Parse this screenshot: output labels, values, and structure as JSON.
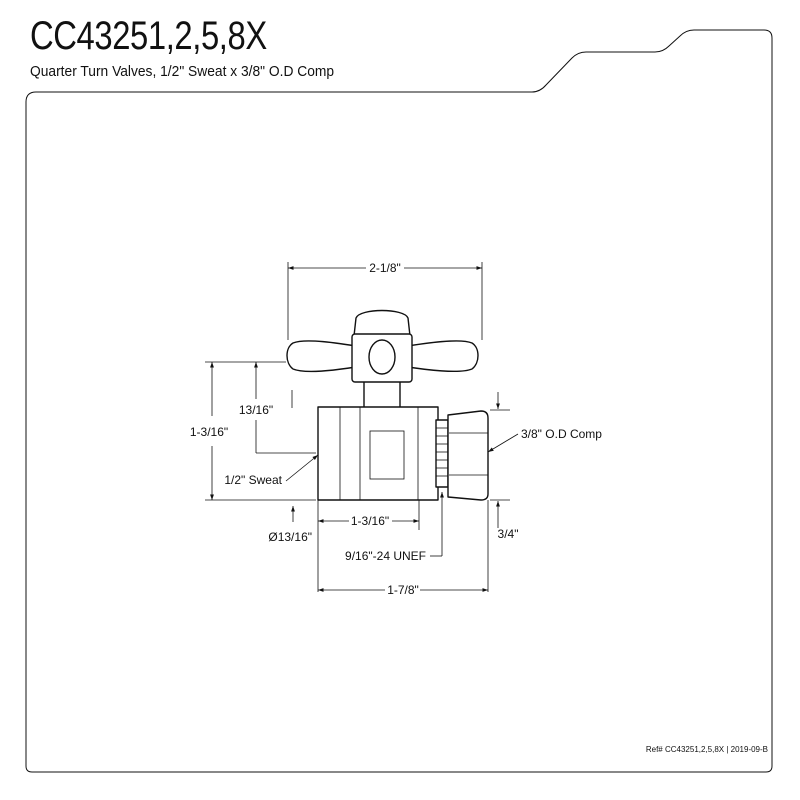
{
  "title": "CC43251,2,5,8X",
  "subtitle": "Quarter Turn Valves, 1/2\" Sweat x 3/8\" O.D Comp",
  "reference": "Ref# CC43251,2,5,8X | 2019-09-B",
  "dimensions": {
    "overall_width": "2-1/8\"",
    "overall_height": "1-3/16\"",
    "handle_height": "13/16\"",
    "inlet": "1/2\" Sweat",
    "outlet": "3/8\" O.D Comp",
    "body_length": "1-3/16\"",
    "inlet_diameter": "Ø13/16\"",
    "outlet_height": "3/4\"",
    "thread": "9/16\"-24 UNEF",
    "overall_length": "1-7/8\""
  }
}
